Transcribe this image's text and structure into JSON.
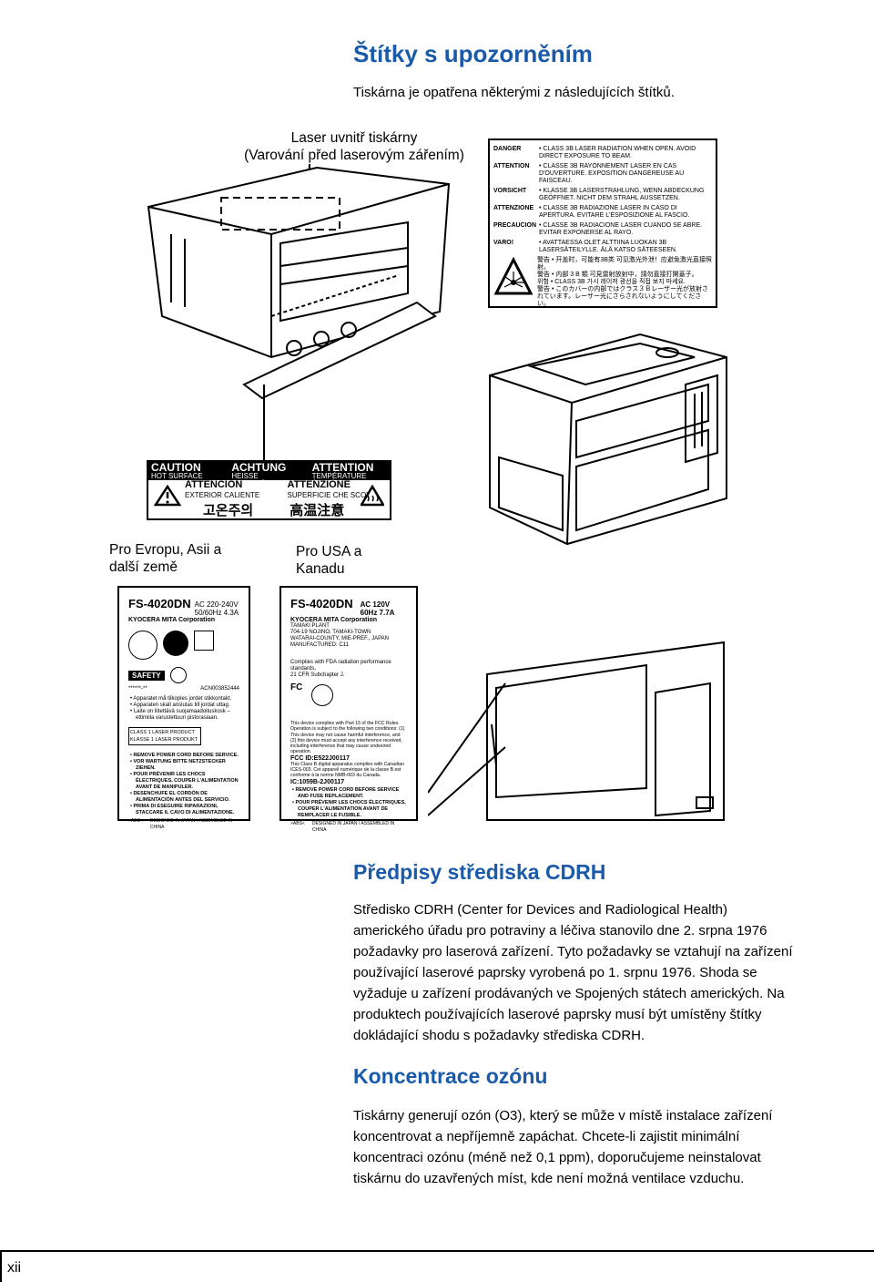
{
  "heading": "Štítky s upozorněním",
  "intro": "Tiskárna je opatřena některými z následujících štítků.",
  "laser_caption": {
    "line1": "Laser uvnitř tiskárny",
    "line2": "(Varování před laserovým zářením)"
  },
  "laser_warning": [
    {
      "label": "DANGER",
      "text": "• CLASS 3B LASER RADIATION WHEN OPEN. AVOID DIRECT EXPOSURE TO BEAM."
    },
    {
      "label": "ATTENTION",
      "text": "• CLASSE 3B RAYONNEMENT LASER EN CAS D'OUVERTURE. EXPOSITION DANGEREUSE AU FAISCEAU."
    },
    {
      "label": "VORSICHT",
      "text": "• KLASSE 3B LASERSTRAHLUNG, WENN ABDECKUNG GEÖFFNET. NICHT DEM STRAHL AUSSETZEN."
    },
    {
      "label": "ATTENZIONE",
      "text": "• CLASSE 3B RADIAZIONE LASER IN CASO DI APERTURA. EVITARE L'ESPOSIZIONE AL FASCIO."
    },
    {
      "label": "PRECAUCION",
      "text": "• CLASSE 3B RADIACIONE LASER CUANDO SE ABRE. EVITAR EXPONERSE AL RAYO."
    },
    {
      "label": "VARO!",
      "text": "• AVATTAESSA OLET ALTTIINA LUOKAN 3B LASERSÄTEILYLLE. ÄLÄ KATSO SÄTEESEEN."
    }
  ],
  "laser_warning_asian": [
    "警告 • 开盖时，可能有3B类 可见激光外泄！应避免激光直接照射。",
    "警告 • 内部 3 B 類 可見雷射放射中，請勿直接打開蓋子。",
    "위험 • CLASS 3B 가시 레이저 광선을 직접 보지 마세요.",
    "警告 • このカバーの内部ではクラス３Ｂレーザー光が放射されています。レーザー光にさらされないようにしてください。"
  ],
  "caution_label": {
    "col1_title": "CAUTION",
    "col1_sub": "HOT SURFACE",
    "col2_title": "ACHTUNG",
    "col2_sub": "HEISSE OBERFLÄCHE",
    "col3_title": "ATTENTION",
    "col3_sub": "TEMPÉRATURE ÉLEVÉE",
    "mid1_title": "ATTENCION",
    "mid1_sub": "EXTERIOR CALIENTE",
    "mid2_title": "ATTENZIONE",
    "mid2_sub": "SUPERFICIE CHE SCOTIA",
    "korean": "고온주의",
    "chinese": "高温注意"
  },
  "caption_europe": {
    "line1": "Pro Evropu, Asii a",
    "line2": "další země"
  },
  "caption_usa": {
    "line1": "Pro USA a",
    "line2": "Kanadu"
  },
  "label_eu": {
    "model": "FS-4020DN",
    "rating1": "AC 220-240V",
    "rating2": "50/60Hz 4.3A",
    "maker": "KYOCERA MITA Corporation",
    "safety": "SAFETY",
    "stars": "******-**",
    "cert": "ACN003852444",
    "nordic": [
      "• Apparatet må tilkoples jordet stikkontakt.",
      "• Apparaten skall anslutas till jordat uttag.",
      "• Laite on liitettävä suojamaadoituskosk – ettimiila varustettuun pistorasiaan."
    ],
    "class1": "CLASS 1 LASER PRODUCT",
    "class1b": "KLASSE 1 LASER PRODUKT",
    "cord": [
      "• REMOVE POWER CORD BEFORE SERVICE.",
      "• VOR WARTUNG BITTE NETZSTECKER ZIEHEN.",
      "• POUR PRÉVENIR LES CHOCS ÉLECTRIQUES, COUPER L'ALIMENTATION AVANT DE MANIPULER.",
      "• DESENCHUFE EL CORDÓN DE ALIMENTACIÓN ANTES DEL SERVICIO.",
      "• PRIMA DI ESEGUIRE RIPARAZIONI, STACCARE IL CAVO DI ALIMENTAZIONE."
    ],
    "abs": ">ABS<",
    "designed": "DESIGNED IN JAPAN / ASSEMBLED IN CHINA"
  },
  "label_us": {
    "model": "FS-4020DN",
    "rating1": "AC 120V",
    "rating2": "60Hz 7.7A",
    "maker": "KYOCERA MITA Corporation",
    "plant": "TAMAKI PLANT",
    "addr1": "704-19 NOJINO, TAMAKI-TOWN",
    "addr2": "WATARAI-COUNTY, MIE-PREF., JAPAN",
    "mfd": "MANUFACTURED:  C11",
    "fda1": "Complies with FDA radiation performance standards,",
    "fda2": "21 CFR Subchapter J.",
    "fcc_text": "This device complies with Part 15 of the FCC Rules. Operation is subject to the following two conditions: (1) This device may not cause harmful interference, and (2) this device must accept any interference received, including interference that may cause undesired operation.",
    "fcc_id": "FCC ID:E522J00117",
    "canada_text": "This Class B digital apparatus complies with Canadian ICES-003. Cet appareil numérique de la classe B est conforme à la norme NMB-003 du Canada.",
    "ic": "IC:1059B-2J00117",
    "cord": [
      "• REMOVE POWER CORD BEFORE SERVICE AND FUSE REPLACEMENT.",
      "• POUR PRÉVENIR LES CHOCS ÉLECTRIQUES, COUPER L'ALIMENTATION AVANT DE REMPLACER LE FUSIBLE."
    ],
    "abs": ">ABS<",
    "designed": "DESIGNED IN JAPAN / ASSEMBLED IN CHINA"
  },
  "section_cdrh": {
    "title": "Předpisy střediska CDRH",
    "lines": [
      "Středisko CDRH (Center for Devices and Radiological Health)",
      "amerického úřadu pro potraviny a léčiva stanovilo dne 2. srpna 1976",
      "požadavky pro laserová zařízení. Tyto požadavky se vztahují na zařízení",
      "používající laserové paprsky vyrobená po 1. srpnu 1976. Shoda se",
      "vyžaduje u zařízení prodávaných ve Spojených státech amerických. Na",
      "produktech používajících laserové paprsky musí být umístěny štítky",
      "dokládající shodu s požadavky střediska CDRH."
    ]
  },
  "section_ozone": {
    "title": "Koncentrace ozónu",
    "lines": [
      "Tiskárny generují ozón (O3), který se může v místě instalace zařízení",
      "koncentrovat a nepříjemně zapáchat. Chcete-li zajistit minimální",
      "koncentraci ozónu (méně než 0,1 ppm), doporučujeme neinstalovat",
      "tiskárnu do uzavřených míst, kde není možná ventilace vzduchu."
    ]
  },
  "page_number": "xii"
}
